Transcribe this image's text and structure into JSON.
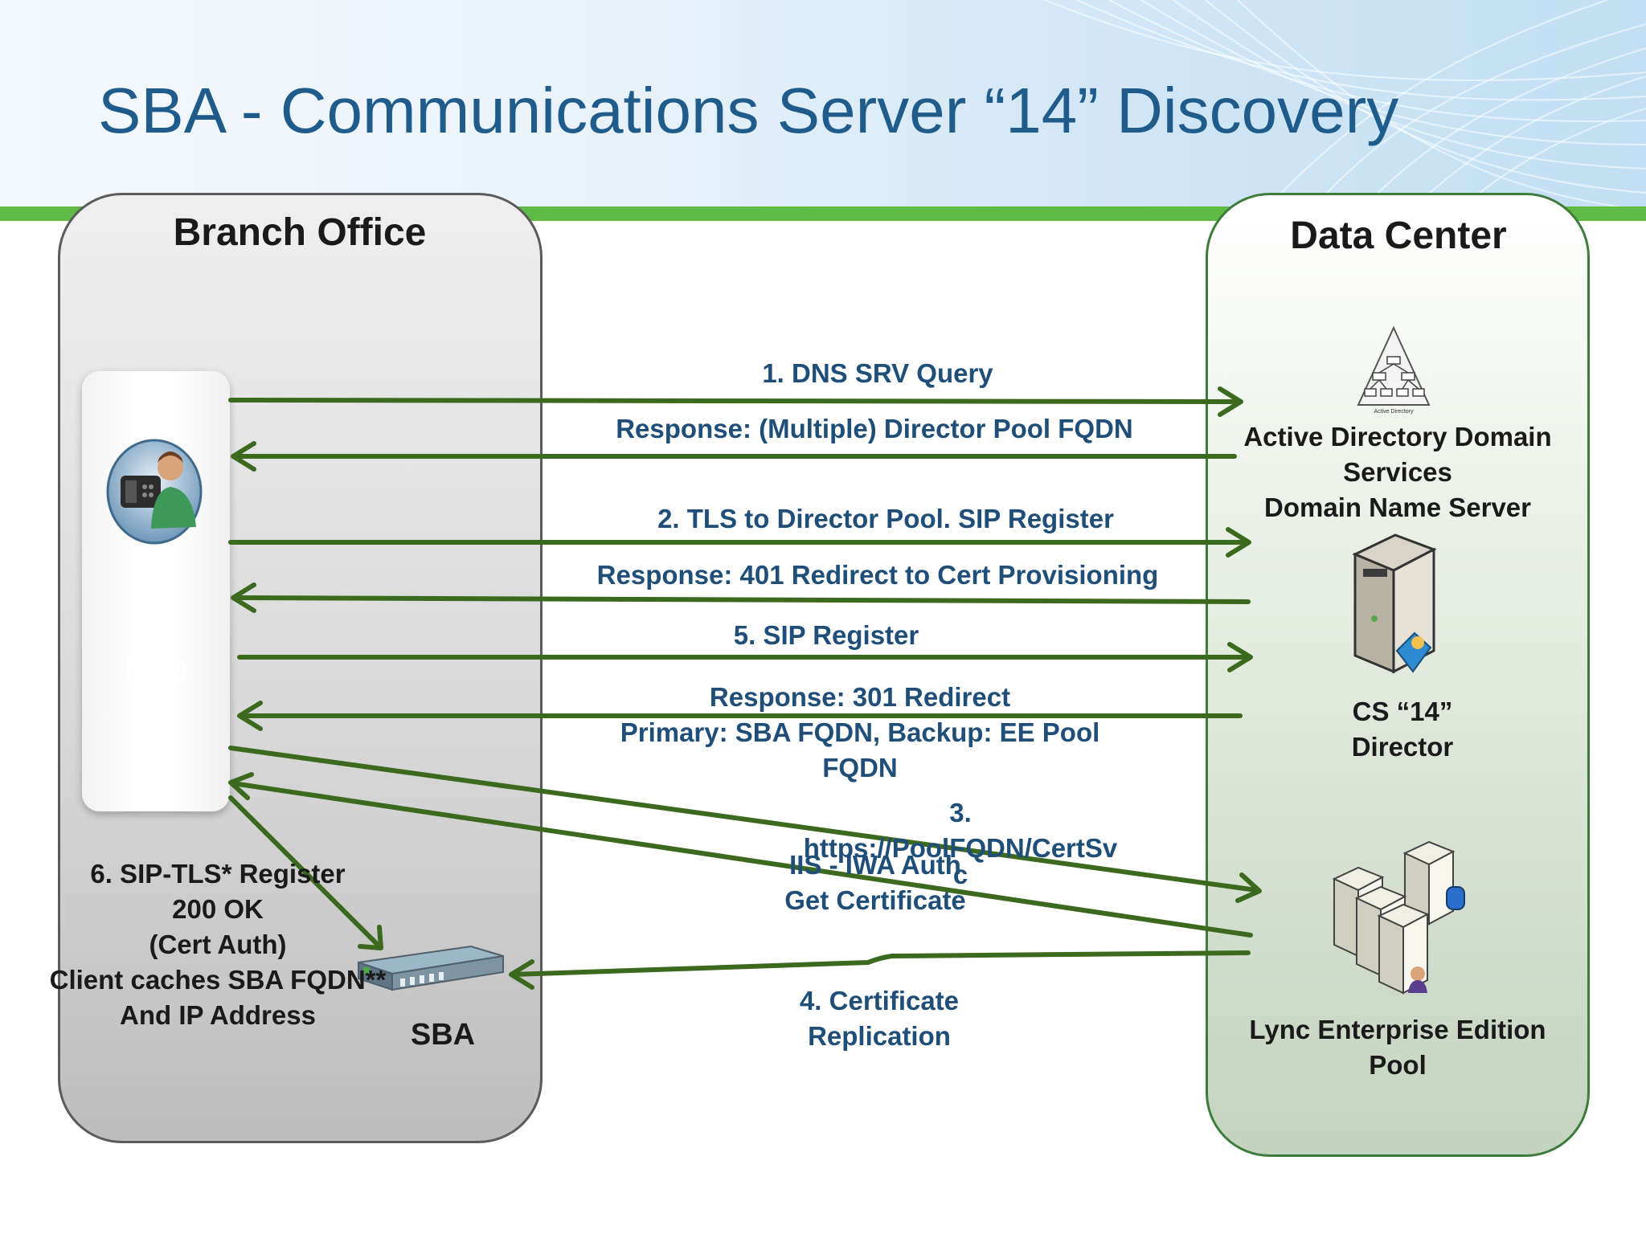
{
  "slide": {
    "title": "SBA - Communications Server “14” Discovery"
  },
  "branch_office": {
    "title": "Branch Office",
    "user_name": "Bob",
    "sba_label": "SBA",
    "step6_lines": [
      "6. SIP-TLS* Register",
      "200 OK",
      "(Cert Auth)",
      "Client caches SBA FQDN**",
      "And IP Address"
    ]
  },
  "data_center": {
    "title": "Data Center",
    "ad_lines": [
      "Active Directory Domain",
      "Services",
      "Domain Name Server"
    ],
    "ad_icon_caption": "Active Directory",
    "director_lines": [
      "CS “14”",
      "Director"
    ],
    "pool_lines": [
      "Lync  Enterprise Edition",
      "Pool"
    ]
  },
  "messages": {
    "dns_query": "1. DNS SRV Query",
    "dns_response": "Response: (Multiple) Director Pool FQDN",
    "tls_register": "2. TLS to Director Pool. SIP Register",
    "redirect_401": "Response: 401 Redirect to Cert Provisioning",
    "sip_register_5": "5. SIP Register",
    "redirect_301_lines": [
      "Response: 301 Redirect",
      "Primary: SBA FQDN, Backup: EE Pool",
      "FQDN"
    ],
    "cert_url_lines": [
      "3.",
      "https://PoolFQDN/CertSv",
      "c"
    ],
    "iis_auth_lines": [
      "IIS - IWA Auth",
      "Get Certificate"
    ],
    "cert_replication_lines": [
      "4. Certificate",
      "Replication"
    ]
  },
  "colors": {
    "arrow": "#3b6a1e",
    "label_text": "#1f4e79",
    "title_text": "#1f5c8b",
    "accent_band": "#5fbb46"
  }
}
